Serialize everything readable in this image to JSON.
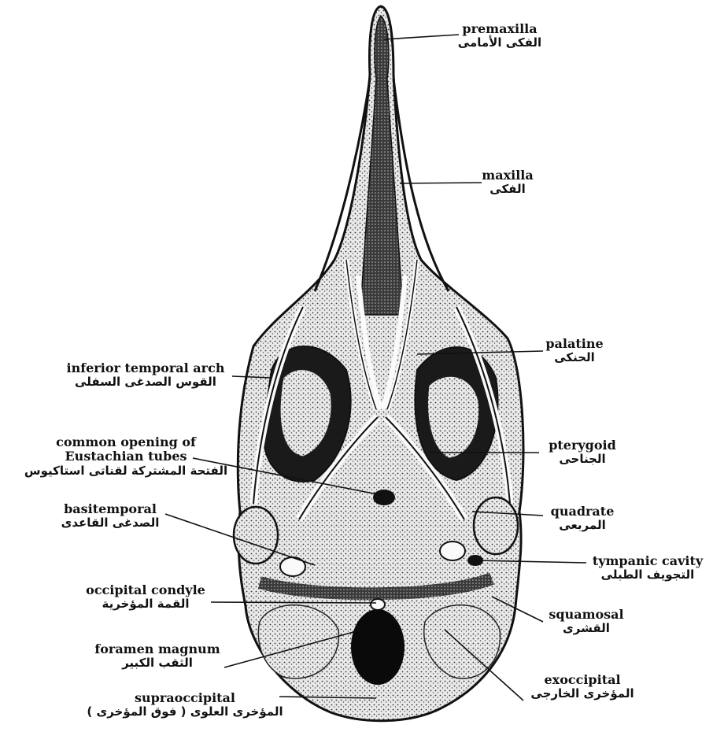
{
  "labels": {
    "premaxilla": {
      "en": "premaxilla",
      "ar": "الفكى الأمامى"
    },
    "maxilla": {
      "en": "maxilla",
      "ar": "الفكى"
    },
    "palatine": {
      "en": "palatine",
      "ar": "الحنكى"
    },
    "inferior_temporal_arch": {
      "en": "inferior temporal arch",
      "ar": "القوس الصدغى السفلى"
    },
    "pterygoid": {
      "en": "pterygoid",
      "ar": "الجناحى"
    },
    "eustachian": {
      "en1": "common opening of",
      "en2": "Eustachian tubes",
      "ar": "الفتحة المشتركة لقناتى استاكيوس"
    },
    "quadrate": {
      "en": "quadrate",
      "ar": "المربعى"
    },
    "basitemporal": {
      "en": "basitemporal",
      "ar": "الصدغى القاعدى"
    },
    "tympanic_cavity": {
      "en": "tympanic cavity",
      "ar": "التجويف الطبلى"
    },
    "occipital_condyle": {
      "en": "occipital condyle",
      "ar": "القمة المؤخرية"
    },
    "squamosal": {
      "en": "squamosal",
      "ar": "القشرى"
    },
    "foramen_magnum": {
      "en": "foramen magnum",
      "ar": "الثقب الكبير"
    },
    "exoccipital": {
      "en": "exoccipital",
      "ar": "المؤخرى الخارجى"
    },
    "supraoccipital": {
      "en": "supraoccipital",
      "ar": "المؤخرى العلوى ( فوق المؤخرى )"
    }
  }
}
